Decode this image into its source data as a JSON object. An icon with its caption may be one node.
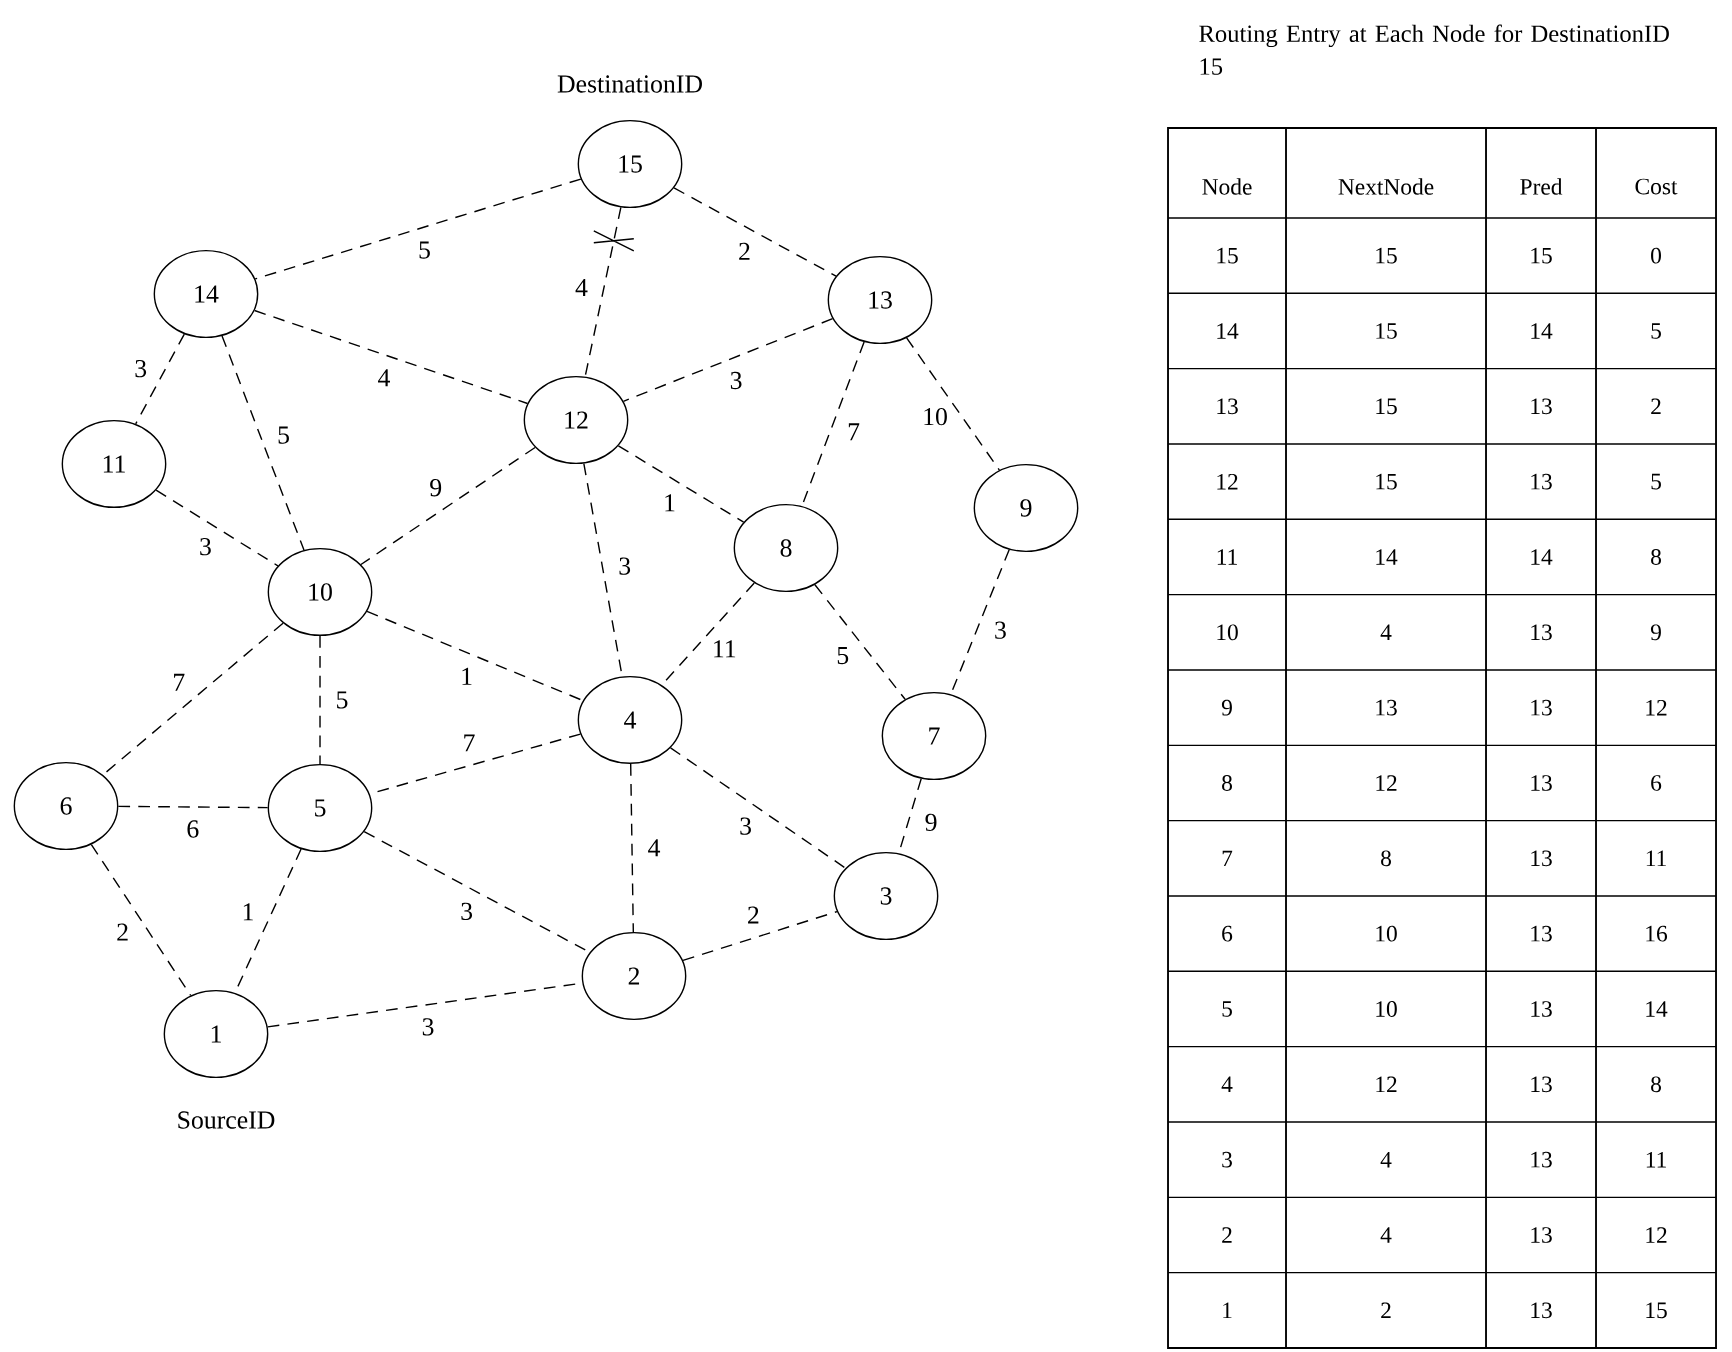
{
  "diagram": {
    "nodes": [
      {
        "text": [
          "15"
        ],
        "beside": [
          "DestinationID"
        ]
      },
      {
        "text": [
          "14"
        ]
      },
      {
        "text": [
          "13"
        ]
      },
      {
        "text": [
          "12"
        ]
      },
      {
        "text": [
          "11"
        ]
      },
      {
        "text": [
          "9"
        ]
      },
      {
        "text": [
          "8"
        ]
      },
      {
        "text": [
          "10"
        ]
      },
      {
        "text": [
          "4"
        ]
      },
      {
        "text": [
          "7"
        ]
      },
      {
        "text": [
          "6"
        ]
      },
      {
        "text": [
          "5"
        ]
      },
      {
        "text": [
          "3"
        ]
      },
      {
        "text": [
          "2"
        ]
      },
      {
        "text": [
          "1"
        ],
        "beside": [
          "SourceID"
        ]
      }
    ],
    "edges": [
      {
        "from": 0,
        "to": 1,
        "arrow": "none",
        "label": "5",
        "style": "dashed"
      },
      {
        "from": 0,
        "to": 2,
        "arrow": "none",
        "label": "2",
        "style": "dashed"
      },
      {
        "from": 0,
        "to": 3,
        "arrow": "none",
        "label": "4",
        "style": "dashed"
      },
      {
        "from": 1,
        "to": 3,
        "arrow": "none",
        "label": "4",
        "style": "dashed"
      },
      {
        "from": 1,
        "to": 4,
        "arrow": "none",
        "label": "3",
        "style": "dashed"
      },
      {
        "from": 1,
        "to": 7,
        "arrow": "none",
        "label": "5",
        "style": "dashed"
      },
      {
        "from": 2,
        "to": 3,
        "arrow": "none",
        "label": "3",
        "style": "dashed"
      },
      {
        "from": 2,
        "to": 6,
        "arrow": "none",
        "label": "7",
        "style": "dashed"
      },
      {
        "from": 2,
        "to": 5,
        "arrow": "none",
        "label": "10",
        "style": "dashed"
      },
      {
        "from": 3,
        "to": 7,
        "arrow": "none",
        "label": "9",
        "style": "dashed"
      },
      {
        "from": 3,
        "to": 6,
        "arrow": "none",
        "label": "1",
        "style": "dashed"
      },
      {
        "from": 3,
        "to": 8,
        "arrow": "none",
        "label": "3",
        "style": "dashed"
      },
      {
        "from": 4,
        "to": 7,
        "arrow": "none",
        "label": "3",
        "style": "dashed"
      },
      {
        "from": 5,
        "to": 9,
        "arrow": "none",
        "label": "3",
        "style": "dashed"
      },
      {
        "from": 6,
        "to": 9,
        "arrow": "none",
        "label": "5",
        "style": "dashed"
      },
      {
        "from": 6,
        "to": 8,
        "arrow": "none",
        "label": "11",
        "style": "dashed"
      },
      {
        "from": 7,
        "to": 8,
        "arrow": "none",
        "label": "1",
        "style": "dashed"
      },
      {
        "from": 7,
        "to": 10,
        "arrow": "none",
        "label": "7",
        "style": "dashed"
      },
      {
        "from": 7,
        "to": 11,
        "arrow": "none",
        "label": "5",
        "style": "dashed"
      },
      {
        "from": 8,
        "to": 11,
        "arrow": "none",
        "label": "7",
        "style": "dashed"
      },
      {
        "from": 8,
        "to": 12,
        "arrow": "none",
        "label": "3",
        "style": "dashed"
      },
      {
        "from": 8,
        "to": 13,
        "arrow": "none",
        "label": "4",
        "style": "dashed"
      },
      {
        "from": 9,
        "to": 12,
        "arrow": "none",
        "label": "9",
        "style": "dashed"
      },
      {
        "from": 10,
        "to": 11,
        "arrow": "none",
        "label": "6",
        "style": "dashed"
      },
      {
        "from": 10,
        "to": 14,
        "arrow": "none",
        "label": "2",
        "style": "dashed"
      },
      {
        "from": 11,
        "to": 14,
        "arrow": "none",
        "label": "1",
        "style": "dashed"
      },
      {
        "from": 11,
        "to": 13,
        "arrow": "none",
        "label": "3",
        "style": "dashed"
      },
      {
        "from": 13,
        "to": 12,
        "arrow": "none",
        "label": "2",
        "style": "dashed"
      },
      {
        "from": 14,
        "to": 13,
        "arrow": "none",
        "label": "3",
        "style": "dashed"
      }
    ],
    "labels": [
      "Routing Entry at Each Node for DestinationID 15",
      "Node",
      "NextNode",
      "Pred",
      "Cost",
      "15",
      "15",
      "15",
      "0",
      "14",
      "15",
      "14",
      "5",
      "13",
      "15",
      "13",
      "2",
      "12",
      "15",
      "13",
      "5",
      "11",
      "14",
      "14",
      "8",
      "10",
      "4",
      "13",
      "9",
      "9",
      "13",
      "13",
      "12",
      "8",
      "12",
      "13",
      "6",
      "7",
      "8",
      "13",
      "11",
      "6",
      "10",
      "13",
      "16",
      "5",
      "10",
      "13",
      "14",
      "4",
      "12",
      "13",
      "8",
      "3",
      "4",
      "13",
      "11",
      "2",
      "4",
      "13",
      "12",
      "1",
      "2",
      "13",
      "15"
    ]
  }
}
